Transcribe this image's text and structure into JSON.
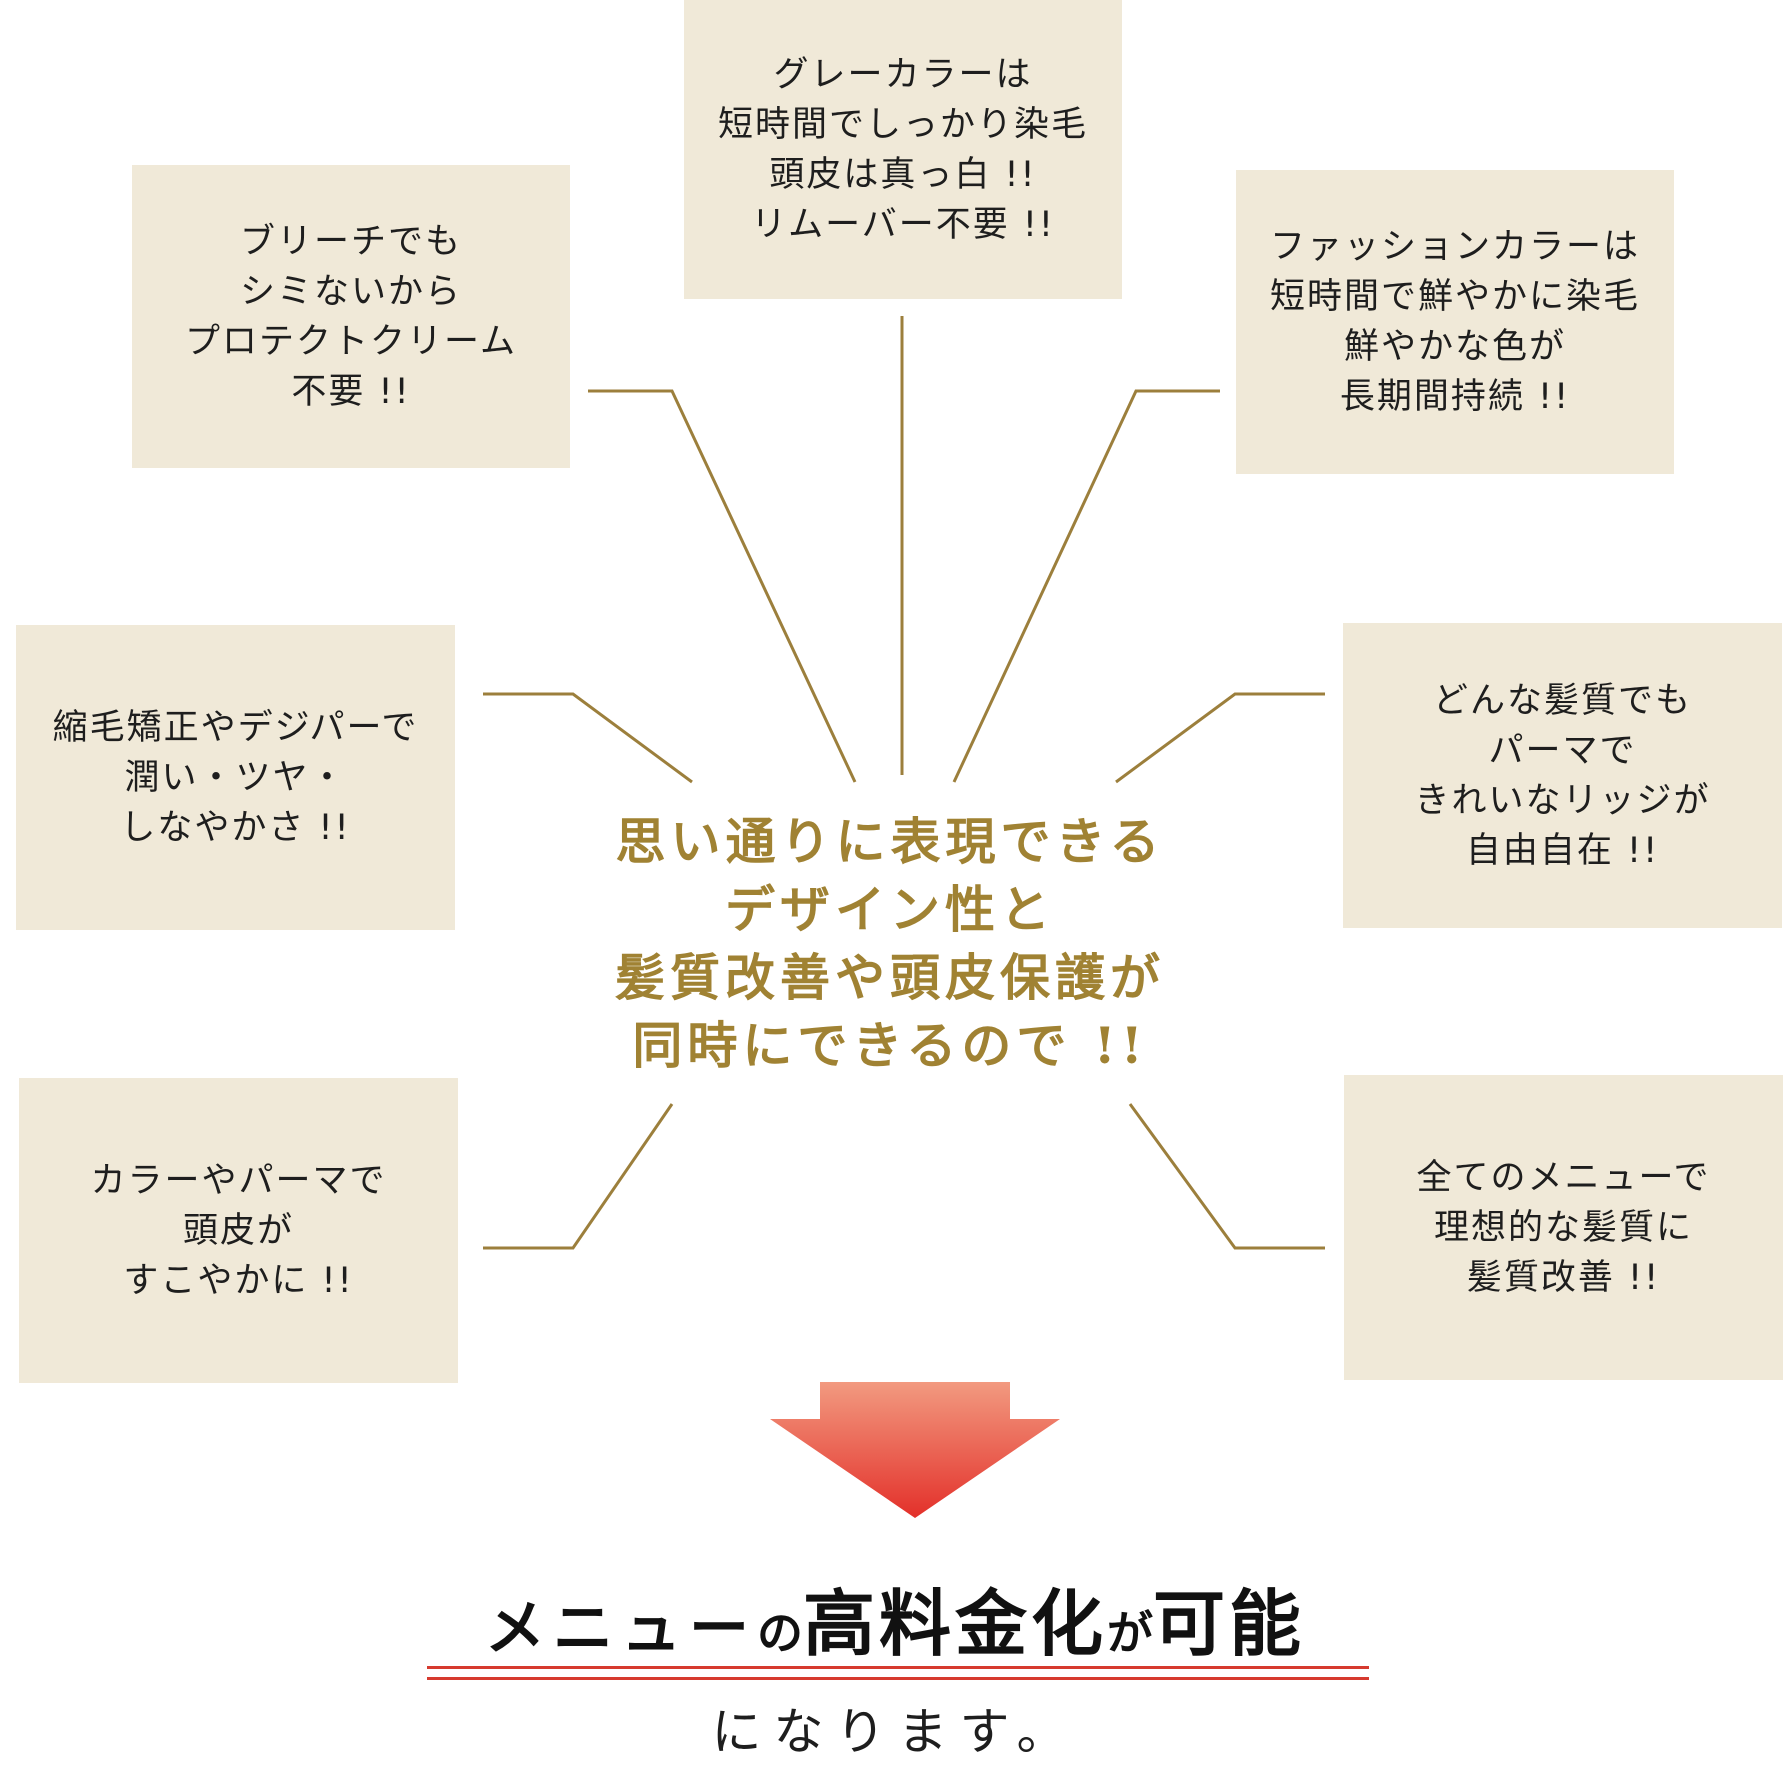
{
  "boxes": {
    "top": [
      "グレーカラーは",
      "短時間でしっかり染毛",
      "頭皮は真っ白 !!",
      "リムーバー不要 !!"
    ],
    "upper_left": [
      "ブリーチでも",
      "シミないから",
      "プロテクトクリーム",
      "不要 !!"
    ],
    "upper_right": [
      "ファッションカラーは",
      "短時間で鮮やかに染毛",
      "鮮やかな色が",
      "長期間持続 !!"
    ],
    "middle_left": [
      "縮毛矯正やデジパーで",
      "潤い・ツヤ・",
      "しなやかさ !!"
    ],
    "middle_right": [
      "どんな髪質でも",
      "パーマで",
      "きれいなリッジが",
      "自由自在 !!"
    ],
    "lower_left": [
      "カラーやパーマで",
      "頭皮が",
      "すこやかに !!"
    ],
    "lower_right": [
      "全てのメニューで",
      "理想的な髪質に",
      "髪質改善 !!"
    ]
  },
  "center": [
    "思い通りに表現できる",
    "デザイン性と",
    "髪質改善や頭皮保護が",
    "同時にできるので !!"
  ],
  "result": {
    "part1": "メニュー",
    "part2": "の",
    "part3": "高料金化",
    "part4": "が",
    "part5": "可能"
  },
  "closing": "になります。",
  "colors": {
    "box_bg": "#f0e9d8",
    "connector": "#9c7f3c",
    "center_text": "#a08233",
    "arrow_top": "#f29a80",
    "arrow_bottom": "#e3302a",
    "rule": "#d63a2f"
  }
}
